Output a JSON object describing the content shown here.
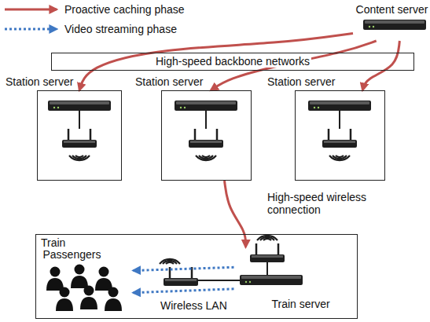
{
  "diagram": {
    "nodes": [
      {
        "text": [
          "Content server"
        ]
      },
      {
        "text": [
          "High-speed backbone networks"
        ]
      },
      {
        "text": [
          "Station server"
        ]
      },
      {
        "text": [
          "Station server"
        ]
      },
      {
        "text": [
          "Station server"
        ]
      },
      {
        "text": [
          "Train"
        ]
      },
      {
        "text": [
          "Train server"
        ],
        "in": 5
      },
      {
        "text": [
          "Passengers"
        ],
        "in": 5
      }
    ],
    "edges": [
      {
        "from": 0,
        "to": 2,
        "arrow": "to"
      },
      {
        "from": 0,
        "to": 3,
        "arrow": "to"
      },
      {
        "from": 0,
        "to": 4,
        "arrow": "to"
      },
      {
        "from": 3,
        "to": 6,
        "arrow": "to"
      },
      {
        "from": 6,
        "to": 7,
        "arrow": "to"
      },
      {
        "from": 6,
        "to": 7,
        "arrow": "to"
      }
    ],
    "labels": [
      "High-speed wireless connection",
      "Wireless LAN"
    ],
    "legend": [
      {
        "text": "Proactive caching phase"
      },
      {
        "text": "Video streaming phase"
      }
    ]
  }
}
